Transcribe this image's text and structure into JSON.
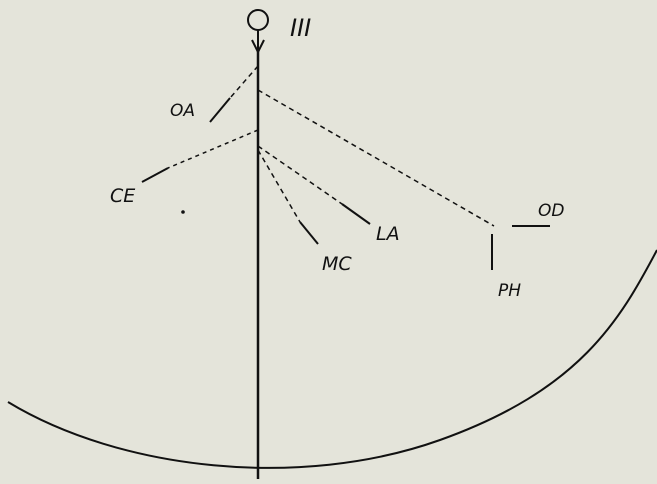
{
  "diagram": {
    "roman_numeral": "III",
    "labels": {
      "oa": "OA",
      "ce": "CE",
      "la": "LA",
      "mc": "MC",
      "od": "OD",
      "ph": "PH"
    }
  },
  "colors": {
    "background": "#e4e4da",
    "ink": "#111111"
  }
}
